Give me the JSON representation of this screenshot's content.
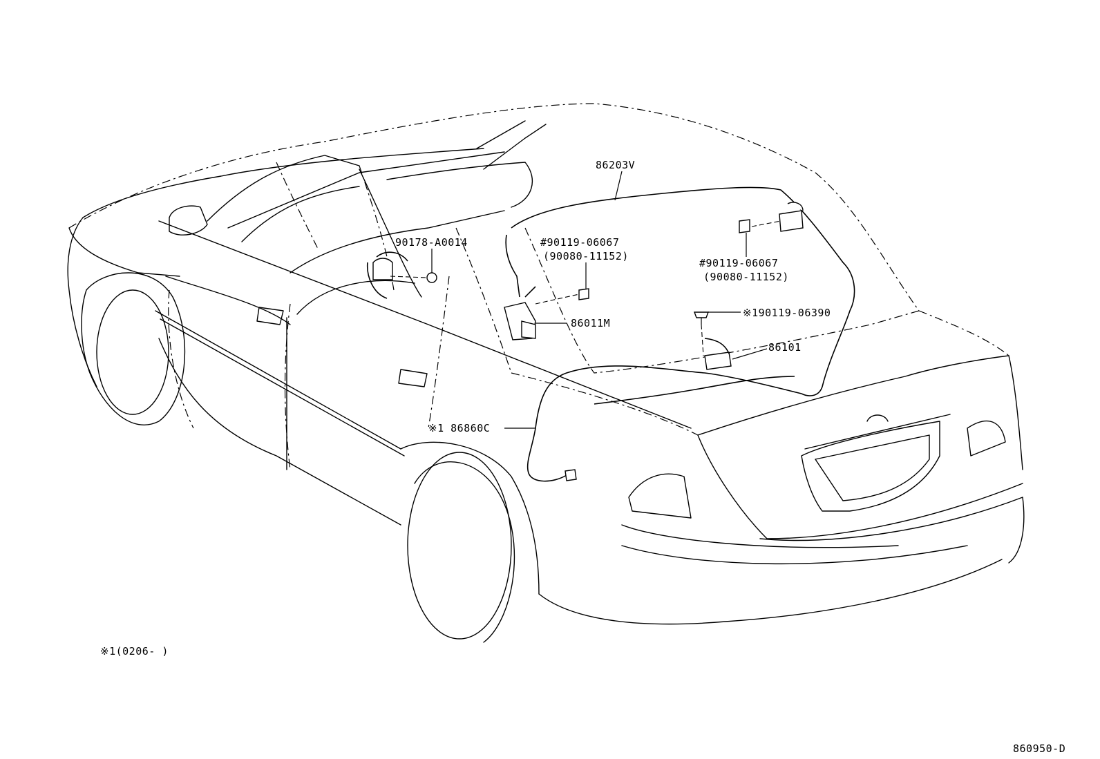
{
  "callouts": {
    "p86203v": "86203V",
    "p90178": "90178-A0014",
    "p90119_left": "#90119-06067",
    "p90080_left": "(90080-11152)",
    "p86011m": "86011M",
    "p90119_right": "#90119-06067",
    "p90080_right": "(90080-11152)",
    "p190119": "※190119-06390",
    "p86101": "86101",
    "p86860c": "※1  86860C"
  },
  "footnote": "※1(0206-     )",
  "figure_code": "860950-D"
}
